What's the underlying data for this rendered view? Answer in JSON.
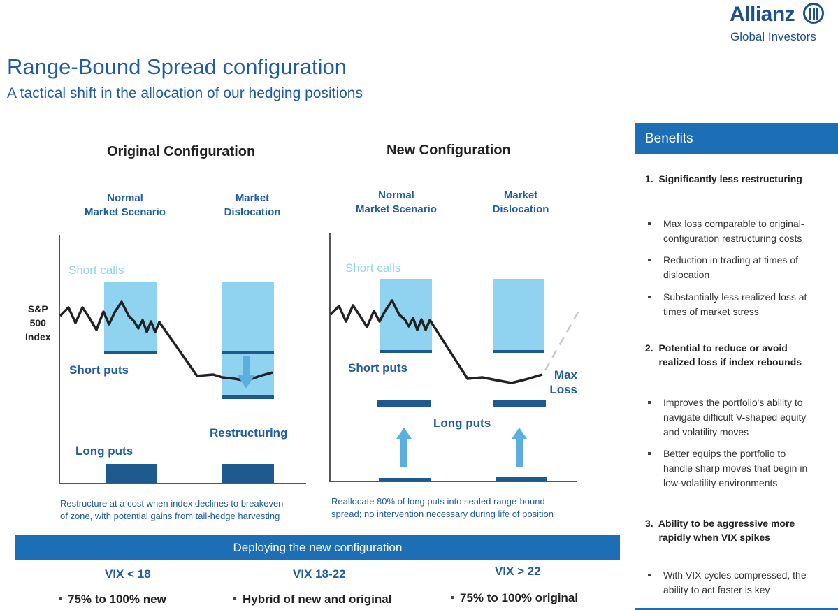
{
  "logo": {
    "name": "Allianz",
    "subtitle": "Global Investors",
    "icon": "allianz-eagle-icon"
  },
  "title": "Range-Bound Spread configuration",
  "subtitle": "A tactical shift in the allocation of our hedging positions",
  "index_label": "S&P\n500\nIndex",
  "original": {
    "heading": "Original Configuration",
    "scenario_normal": "Normal\nMarket Scenario",
    "scenario_dislocation": "Market\nDislocation",
    "short_calls": "Short calls",
    "short_puts": "Short puts",
    "long_puts": "Long puts",
    "restructuring": "Restructuring",
    "caption": "Restructure at a cost when index declines to breakeven\nof zone, with potential gains from tail-hedge harvesting"
  },
  "new": {
    "heading": "New Configuration",
    "scenario_normal": "Normal\nMarket Scenario",
    "scenario_dislocation": "Market\nDislocation",
    "short_calls": "Short calls",
    "short_puts": "Short puts",
    "long_puts": "Long puts",
    "max_loss": "Max\nLoss",
    "caption": "Reallocate 80% of long puts into sealed range-bound\nspread; no intervention necessary during life of position"
  },
  "deploy": {
    "title": "Deploying the new configuration",
    "columns": [
      {
        "heading": "VIX < 18",
        "item": "75% to 100% new"
      },
      {
        "heading": "VIX 18-22",
        "item": "Hybrid of new and original"
      },
      {
        "heading": "VIX > 22",
        "item": "75% to 100% original"
      }
    ]
  },
  "benefits": {
    "title": "Benefits",
    "points": [
      {
        "heading": "1.  Significantly less restructuring",
        "bullets": [
          "Max loss comparable to original-\nconfiguration restructuring costs",
          "Reduction in trading at times of\ndislocation",
          "Substantially less realized loss at\ntimes of market stress"
        ]
      },
      {
        "heading": "2.  Potential to reduce or avoid\n     realized loss if index rebounds",
        "bullets": [
          "Improves the portfolio's ability to\nnavigate difficult V-shaped equity\nand volatility moves",
          "Better equips the portfolio to\nhandle sharp moves that begin in\nlow-volatility environments"
        ]
      },
      {
        "heading": "3.  Ability to be aggressive more\n     rapidly when VIX spikes",
        "bullets": [
          "With VIX cycles compressed, the\nability to act faster is key"
        ]
      }
    ]
  },
  "colors": {
    "brand_blue": "#1f5ba6",
    "bar_blue": "#1c6fb5",
    "light_box": "#8fd3f0",
    "dark_bar": "#1f5a8e",
    "arrow": "#5aaee0"
  }
}
